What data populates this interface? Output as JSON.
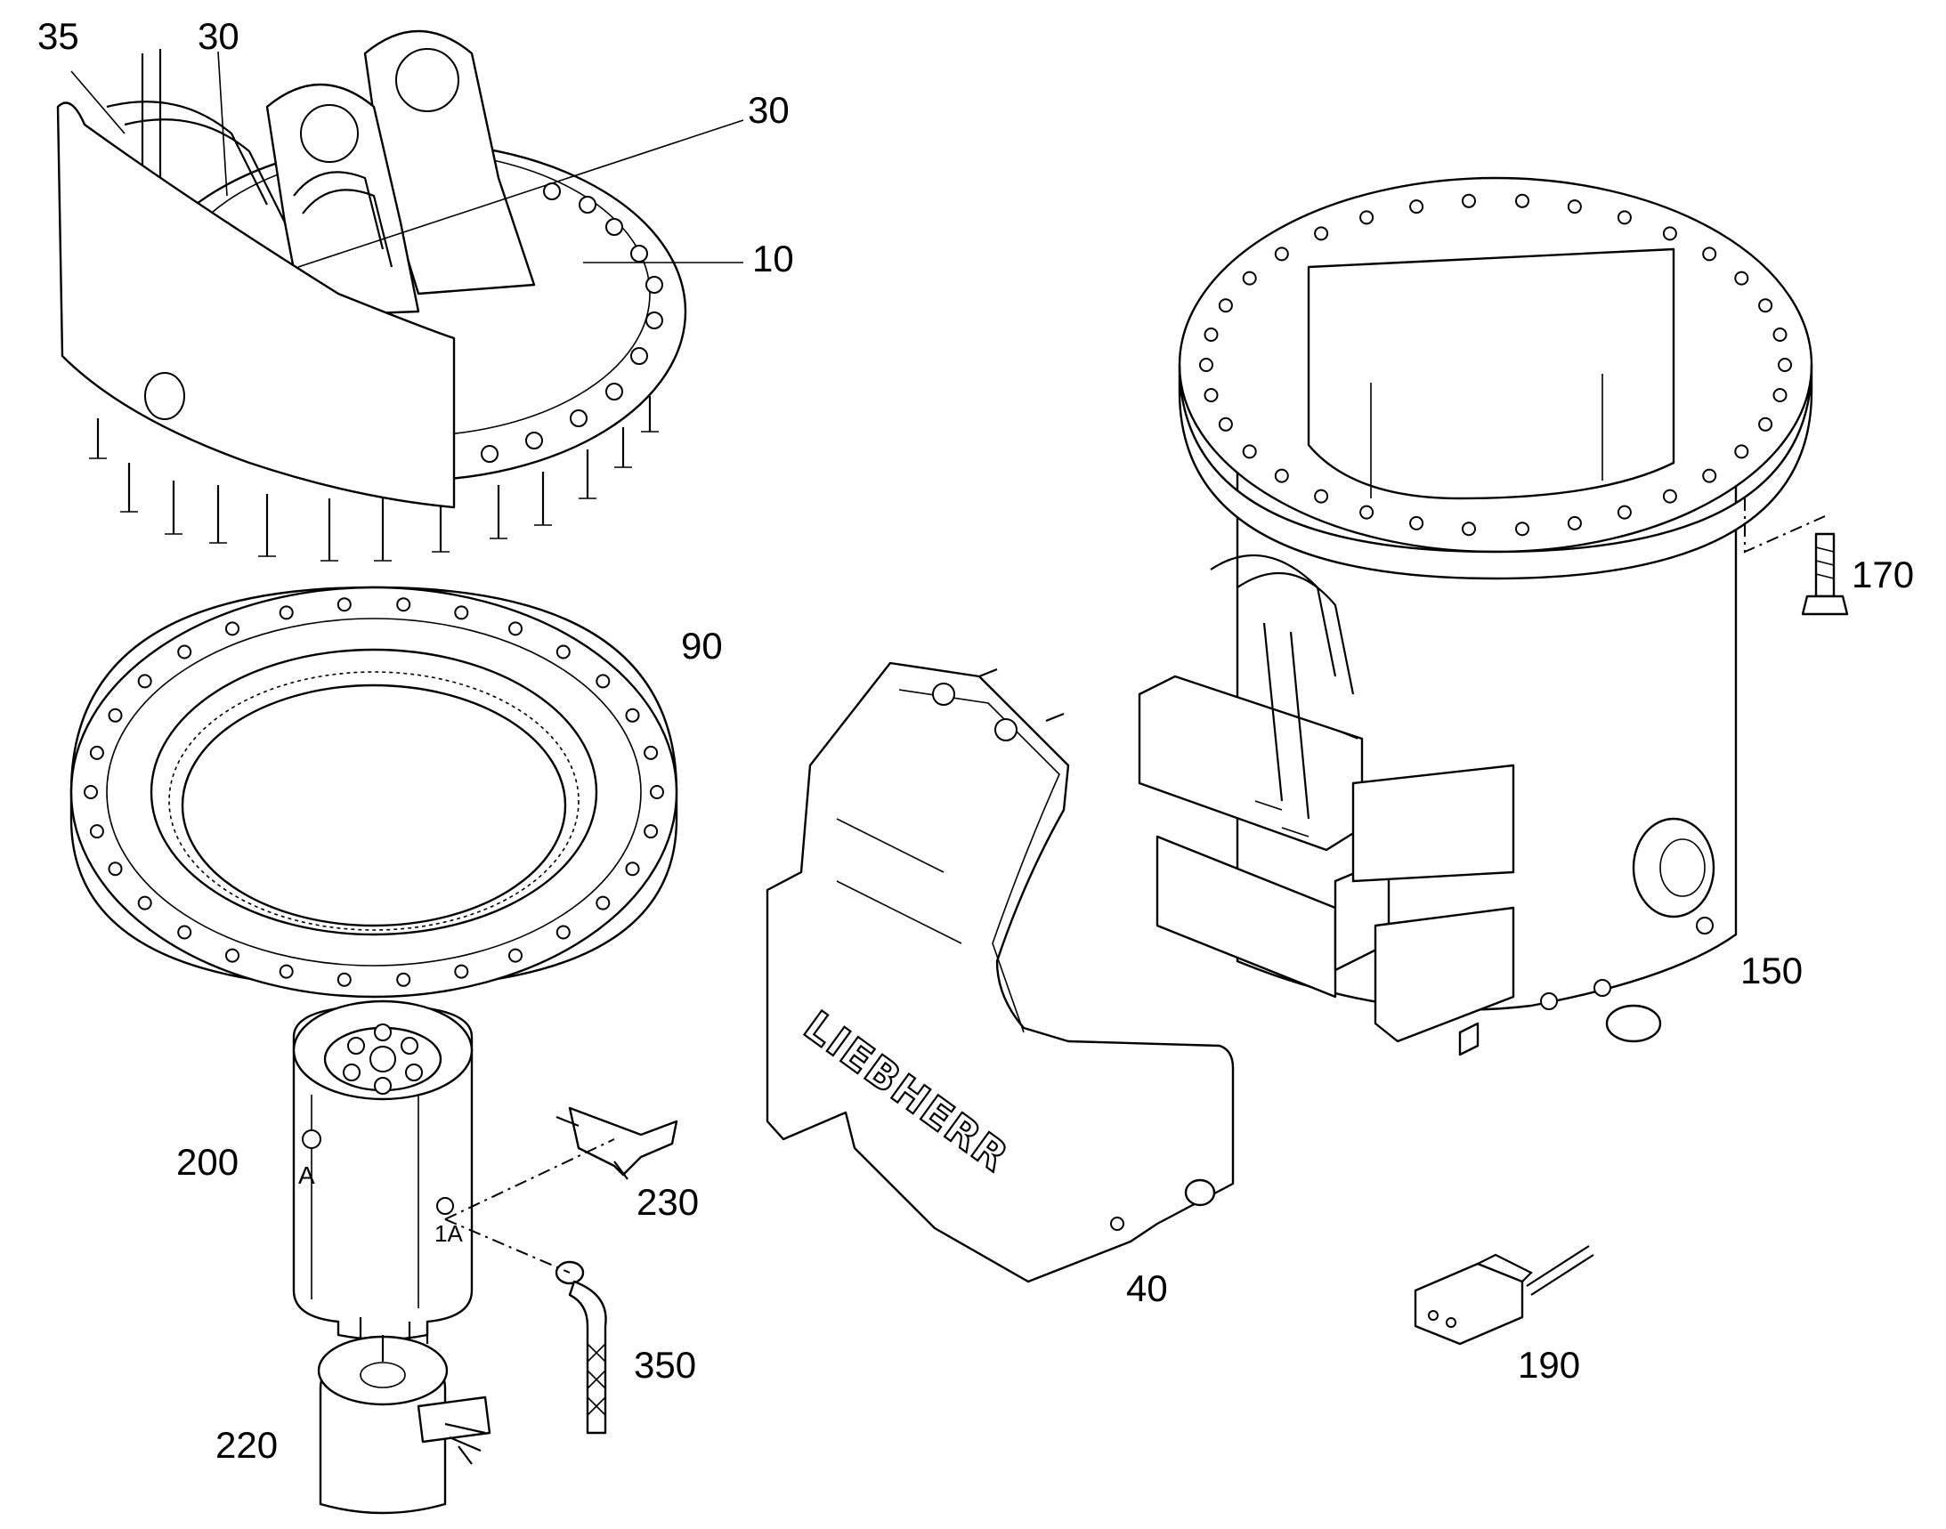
{
  "diagram": {
    "brand_mark": "LIEBHERR",
    "callouts": [
      {
        "id": "c35a",
        "text": "35"
      },
      {
        "id": "c30a",
        "text": "30"
      },
      {
        "id": "c30b",
        "text": "30"
      },
      {
        "id": "c10",
        "text": "10"
      },
      {
        "id": "c90",
        "text": "90"
      },
      {
        "id": "c170",
        "text": "170"
      },
      {
        "id": "c150",
        "text": "150"
      },
      {
        "id": "c200",
        "text": "200"
      },
      {
        "id": "c230",
        "text": "230"
      },
      {
        "id": "c350",
        "text": "350"
      },
      {
        "id": "c220",
        "text": "220"
      },
      {
        "id": "c40",
        "text": "40"
      },
      {
        "id": "c190",
        "text": "190"
      }
    ],
    "port_marks": {
      "filter_port_a": "A",
      "filter_port_1a": "1A"
    }
  }
}
